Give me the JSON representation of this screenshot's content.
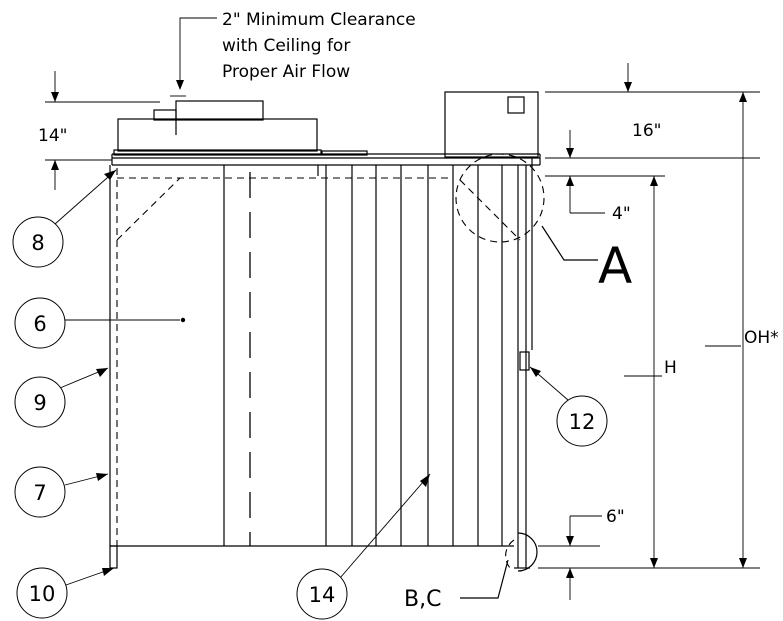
{
  "notes": {
    "clearance_line1": "2\" Minimum Clearance",
    "clearance_line2": "with Ceiling for",
    "clearance_line3": "Proper Air Flow"
  },
  "dimensions": {
    "d14": "14\"",
    "d16": "16\"",
    "d4": "4\"",
    "d6": "6\"",
    "oh": "OH*",
    "h": "H"
  },
  "details": {
    "a": "A",
    "bc": "B,C"
  },
  "callouts": [
    "8",
    "6",
    "9",
    "7",
    "10",
    "14",
    "12"
  ]
}
